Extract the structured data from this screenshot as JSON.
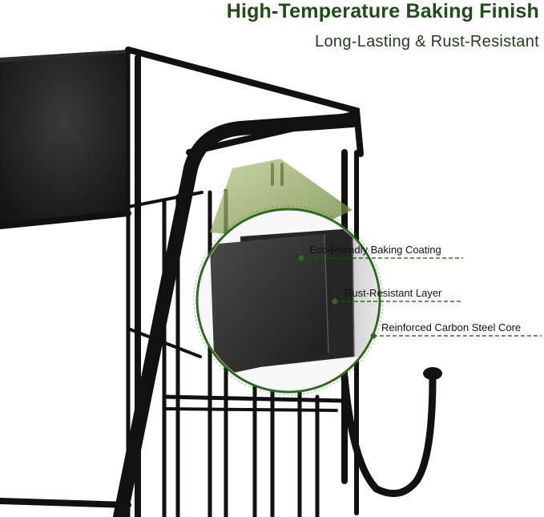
{
  "heading": {
    "title": "High-Temperature Baking Finish",
    "subtitle": "Long-Lasting & Rust-Resistant"
  },
  "callouts": [
    {
      "label": "Eco-Friendly Baking Coating"
    },
    {
      "label": "Rust-Resistant Layer"
    },
    {
      "label": "Reinforced Carbon Steel Core"
    }
  ],
  "colors": {
    "title": "#1f4d17",
    "accent_green": "#2f6b1e",
    "frame_black": "#111111",
    "steel_silver": "#c9c9c9"
  },
  "icons": {
    "callout_marker": "green-dot-icon"
  }
}
